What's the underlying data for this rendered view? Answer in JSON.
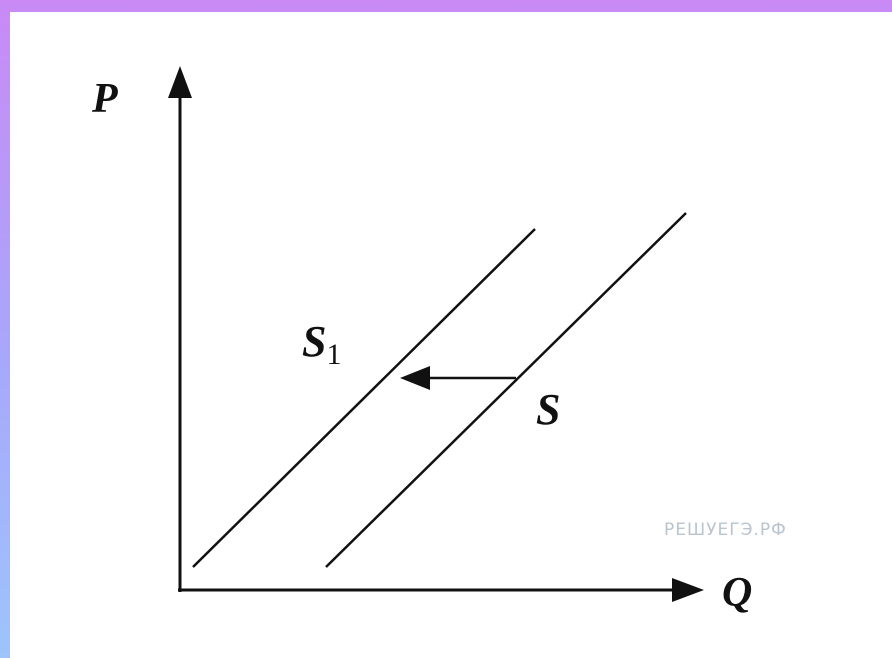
{
  "diagram": {
    "axes": {
      "y_label": "P",
      "x_label": "Q"
    },
    "curves": [
      {
        "id": "s1",
        "label_main": "S",
        "label_sub": "1"
      },
      {
        "id": "s",
        "label_main": "S",
        "label_sub": ""
      }
    ],
    "shift_arrow": {
      "from": "S",
      "to": "S1",
      "direction": "left"
    },
    "watermark": "РЕШУЕГЭ.РФ"
  }
}
